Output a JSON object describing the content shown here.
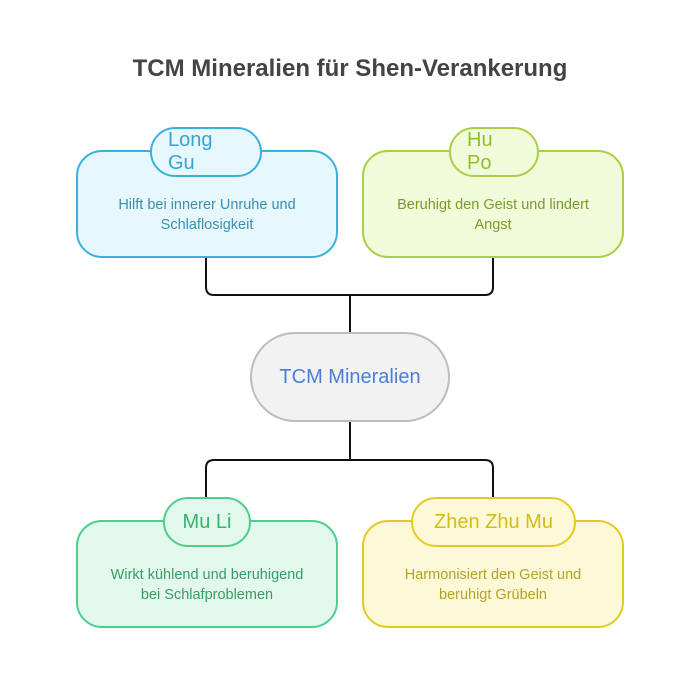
{
  "title": "TCM Mineralien für Shen-Verankerung",
  "center": "TCM Mineralien",
  "nodes": [
    {
      "name": "Long Gu",
      "description": "Hilft bei innerer Unruhe und Schlaflosigkeit",
      "color": "#3bb0dc"
    },
    {
      "name": "Hu Po",
      "description": "Beruhigt den Geist und lindert Angst",
      "color": "#a8cf45"
    },
    {
      "name": "Mu Li",
      "description": "Wirkt kühlend und beruhigend bei Schlafproblemen",
      "color": "#4ccf8a"
    },
    {
      "name": "Zhen Zhu Mu",
      "description": "Harmonisiert den Geist und beruhigt Grübeln",
      "color": "#e3cb25"
    }
  ]
}
